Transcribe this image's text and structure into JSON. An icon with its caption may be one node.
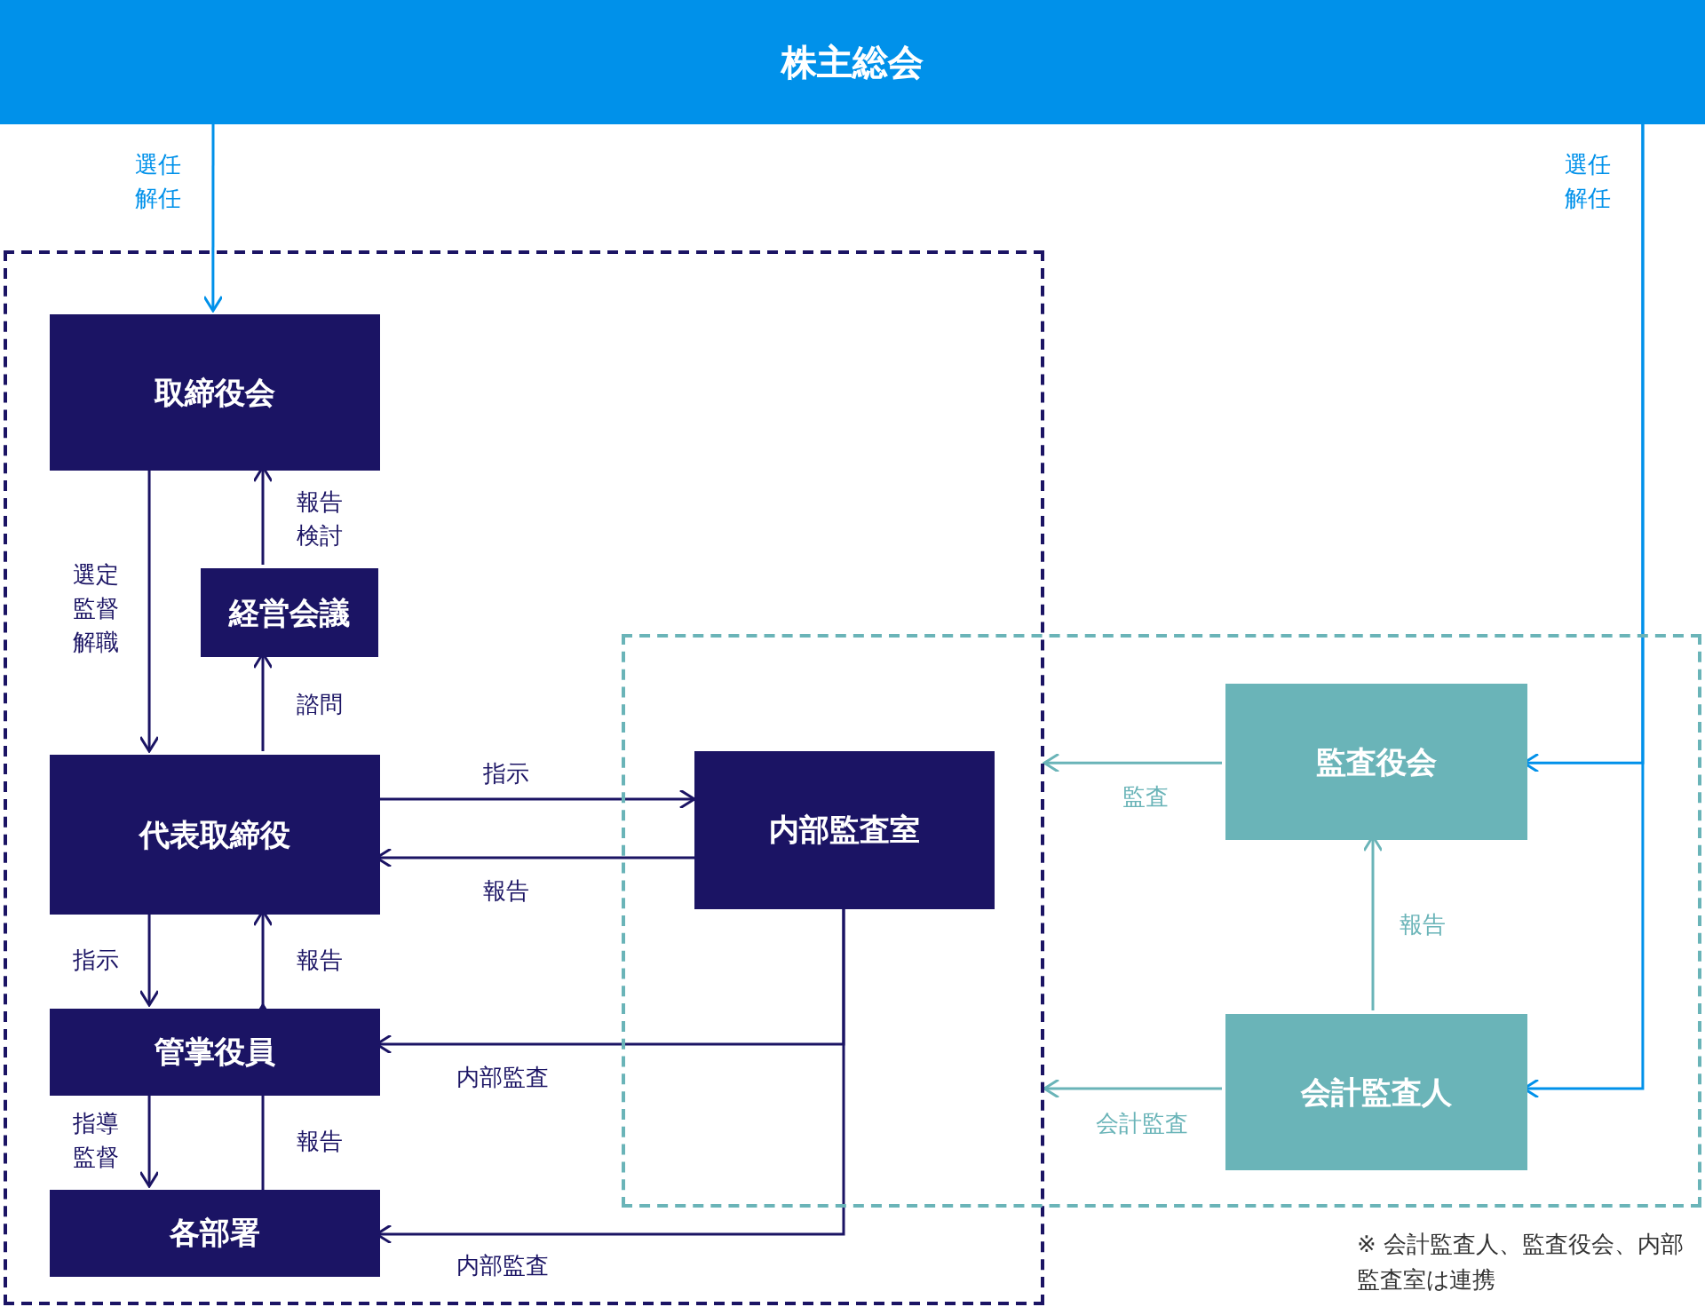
{
  "diagram": {
    "nodes": [
      {
        "text": [
          "株主総会"
        ]
      },
      {
        "text": [],
        "shape": "box"
      },
      {
        "text": [
          "取締役会"
        ],
        "in": 1
      },
      {
        "text": [
          "経営会議"
        ],
        "in": 1
      },
      {
        "text": [
          "代表取締役"
        ],
        "in": 1
      },
      {
        "text": [
          "管掌役員"
        ],
        "in": 1
      },
      {
        "text": [
          "各部署"
        ],
        "in": 1
      },
      {
        "text": [],
        "shape": "box"
      },
      {
        "text": [
          "内部監査室"
        ]
      },
      {
        "text": [
          "監査役会"
        ],
        "in": 7
      },
      {
        "text": [
          "会計監査人"
        ],
        "in": 7
      }
    ],
    "edges": [
      {
        "from": 0,
        "to": 2,
        "arrow": "to",
        "label": "選任解任",
        "color": "#0091ea"
      },
      {
        "from": 2,
        "to": 4,
        "arrow": "to",
        "label": "選定監督解職"
      },
      {
        "from": 3,
        "to": 2,
        "arrow": "to",
        "label": "報告検討"
      },
      {
        "from": 4,
        "to": 3,
        "arrow": "to",
        "label": "諮問"
      },
      {
        "from": 4,
        "to": 8,
        "arrow": "to",
        "label": "指示"
      },
      {
        "from": 8,
        "to": 4,
        "arrow": "to",
        "label": "報告"
      },
      {
        "from": 4,
        "to": 5,
        "arrow": "to",
        "label": "指示"
      },
      {
        "from": 5,
        "to": 4,
        "arrow": "to",
        "label": "報告"
      },
      {
        "from": 5,
        "to": 6,
        "arrow": "to",
        "label": "指導監督"
      },
      {
        "from": 6,
        "to": 5,
        "arrow": "to",
        "label": "報告"
      },
      {
        "from": 8,
        "to": 5,
        "arrow": "to",
        "label": "内部監査"
      },
      {
        "from": 8,
        "to": 6,
        "arrow": "to",
        "label": "内部監査"
      },
      {
        "from": 0,
        "to": 9,
        "arrow": "to",
        "label": "選任解任",
        "color": "#0091ea"
      },
      {
        "from": 0,
        "to": 10,
        "arrow": "to",
        "color": "#0091ea"
      },
      {
        "from": 9,
        "to": 1,
        "arrow": "to",
        "label": "監査",
        "color": "#6ab4b8"
      },
      {
        "from": 10,
        "to": 1,
        "arrow": "to",
        "label": "会計監査",
        "color": "#6ab4b8"
      },
      {
        "from": 10,
        "to": 9,
        "arrow": "to",
        "label": "報告",
        "color": "#6ab4b8"
      }
    ],
    "labels": [
      "※ 会計監査人、監査役会、内部監査室は連携"
    ]
  }
}
